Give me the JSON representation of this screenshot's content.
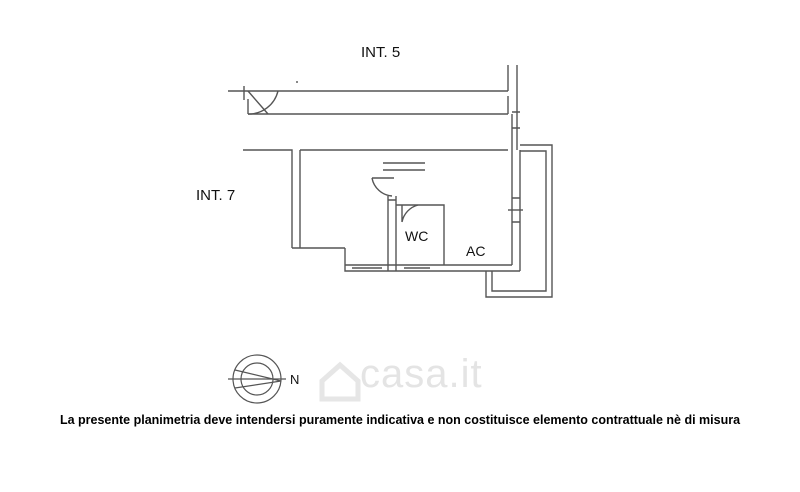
{
  "labels": {
    "int5": "INT. 5",
    "int7": "INT. 7",
    "wc": "WC",
    "ac": "AC",
    "north": "N"
  },
  "watermark": {
    "text": "casa.it",
    "color": "#e4e4e4"
  },
  "disclaimer": "La presente planimetria deve intendersi puramente indicativa e non costituisce elemento contrattuale nè di misura",
  "colors": {
    "wall": "#555555",
    "text": "#111111"
  }
}
